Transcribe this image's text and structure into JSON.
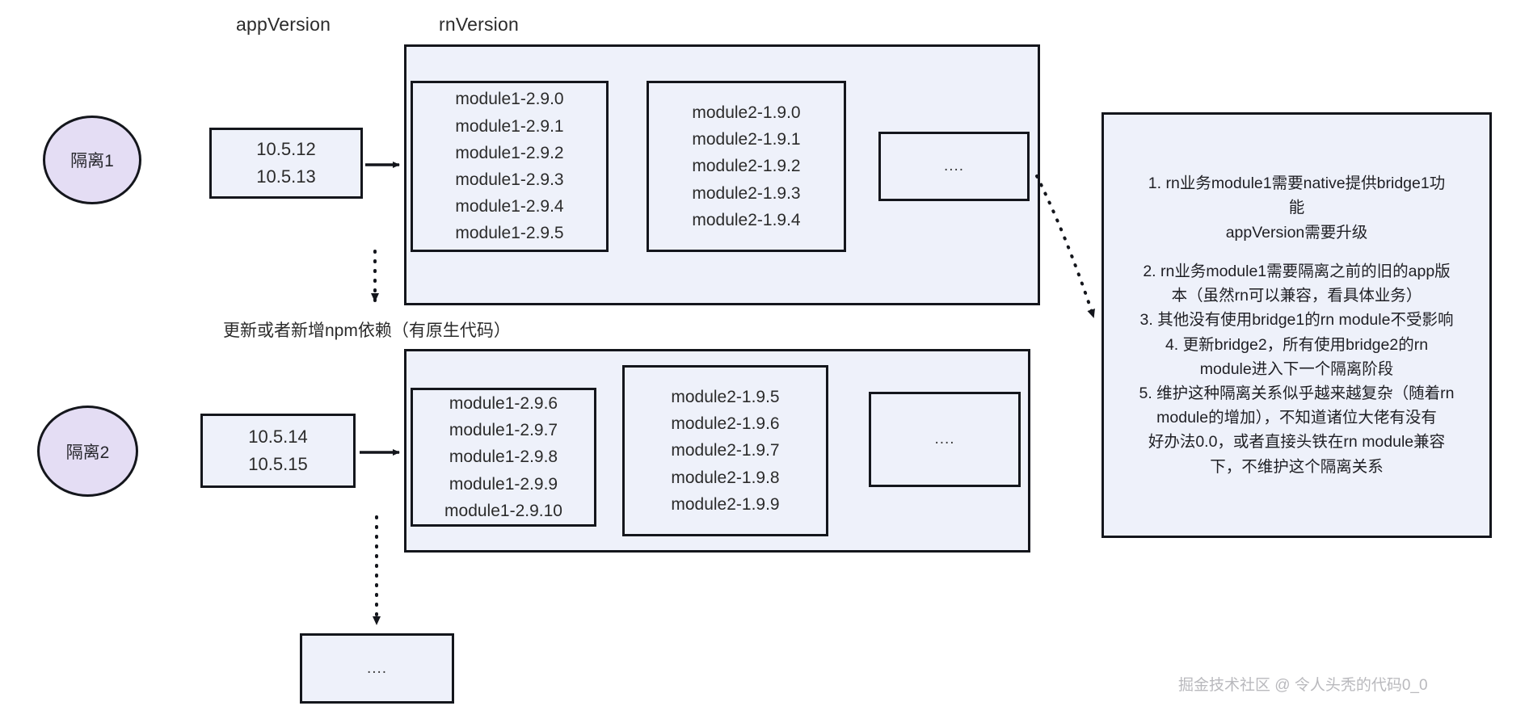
{
  "headers": {
    "app_version": "appVersion",
    "rn_version": "rnVersion"
  },
  "stages": [
    {
      "circle_label": "隔离1",
      "app_versions": "10.5.12\n10.5.13",
      "app_version_lines": [
        "10.5.12",
        "10.5.13"
      ],
      "module1": [
        "module1-2.9.0",
        "module1-2.9.1",
        "module1-2.9.2",
        "module1-2.9.3",
        "module1-2.9.4",
        "module1-2.9.5"
      ],
      "module2": [
        "module2-1.9.0",
        "module2-1.9.1",
        "module2-1.9.2",
        "module2-1.9.3",
        "module2-1.9.4"
      ],
      "more": "...."
    },
    {
      "circle_label": "隔离2",
      "app_version_lines": [
        "10.5.14",
        "10.5.15"
      ],
      "module1": [
        "module1-2.9.6",
        "module1-2.9.7",
        "module1-2.9.8",
        "module1-2.9.9",
        "module1-2.9.10"
      ],
      "module2": [
        "module2-1.9.5",
        "module2-1.9.6",
        "module2-1.9.7",
        "module2-1.9.8",
        "module2-1.9.9"
      ],
      "more": "...."
    }
  ],
  "transition_label": "更新或者新增npm依赖（有原生代码）",
  "bottom_more_box": "....",
  "notes": {
    "lines": [
      "1. rn业务module1需要native提供bridge1功",
      "能",
      "appVersion需要升级",
      "",
      "2. rn业务module1需要隔离之前的旧的app版",
      "本（虽然rn可以兼容，看具体业务）",
      "3. 其他没有使用bridge1的rn module不受影响",
      "4. 更新bridge2，所有使用bridge2的rn",
      "module进入下一个隔离阶段",
      "5. 维护这种隔离关系似乎越来越复杂（随着rn",
      "module的增加），不知道诸位大佬有没有",
      "好办法0.0，或者直接头铁在rn module兼容",
      "下，不维护这个隔离关系"
    ]
  },
  "watermark": "掘金技术社区 @ 令人头秃的代码0_0",
  "colors": {
    "box_fill": "#eef1fa",
    "circle_fill": "#e4ddf4",
    "stroke": "#14161c",
    "text": "#2b2b2b",
    "watermark": "#b9b9bd"
  }
}
